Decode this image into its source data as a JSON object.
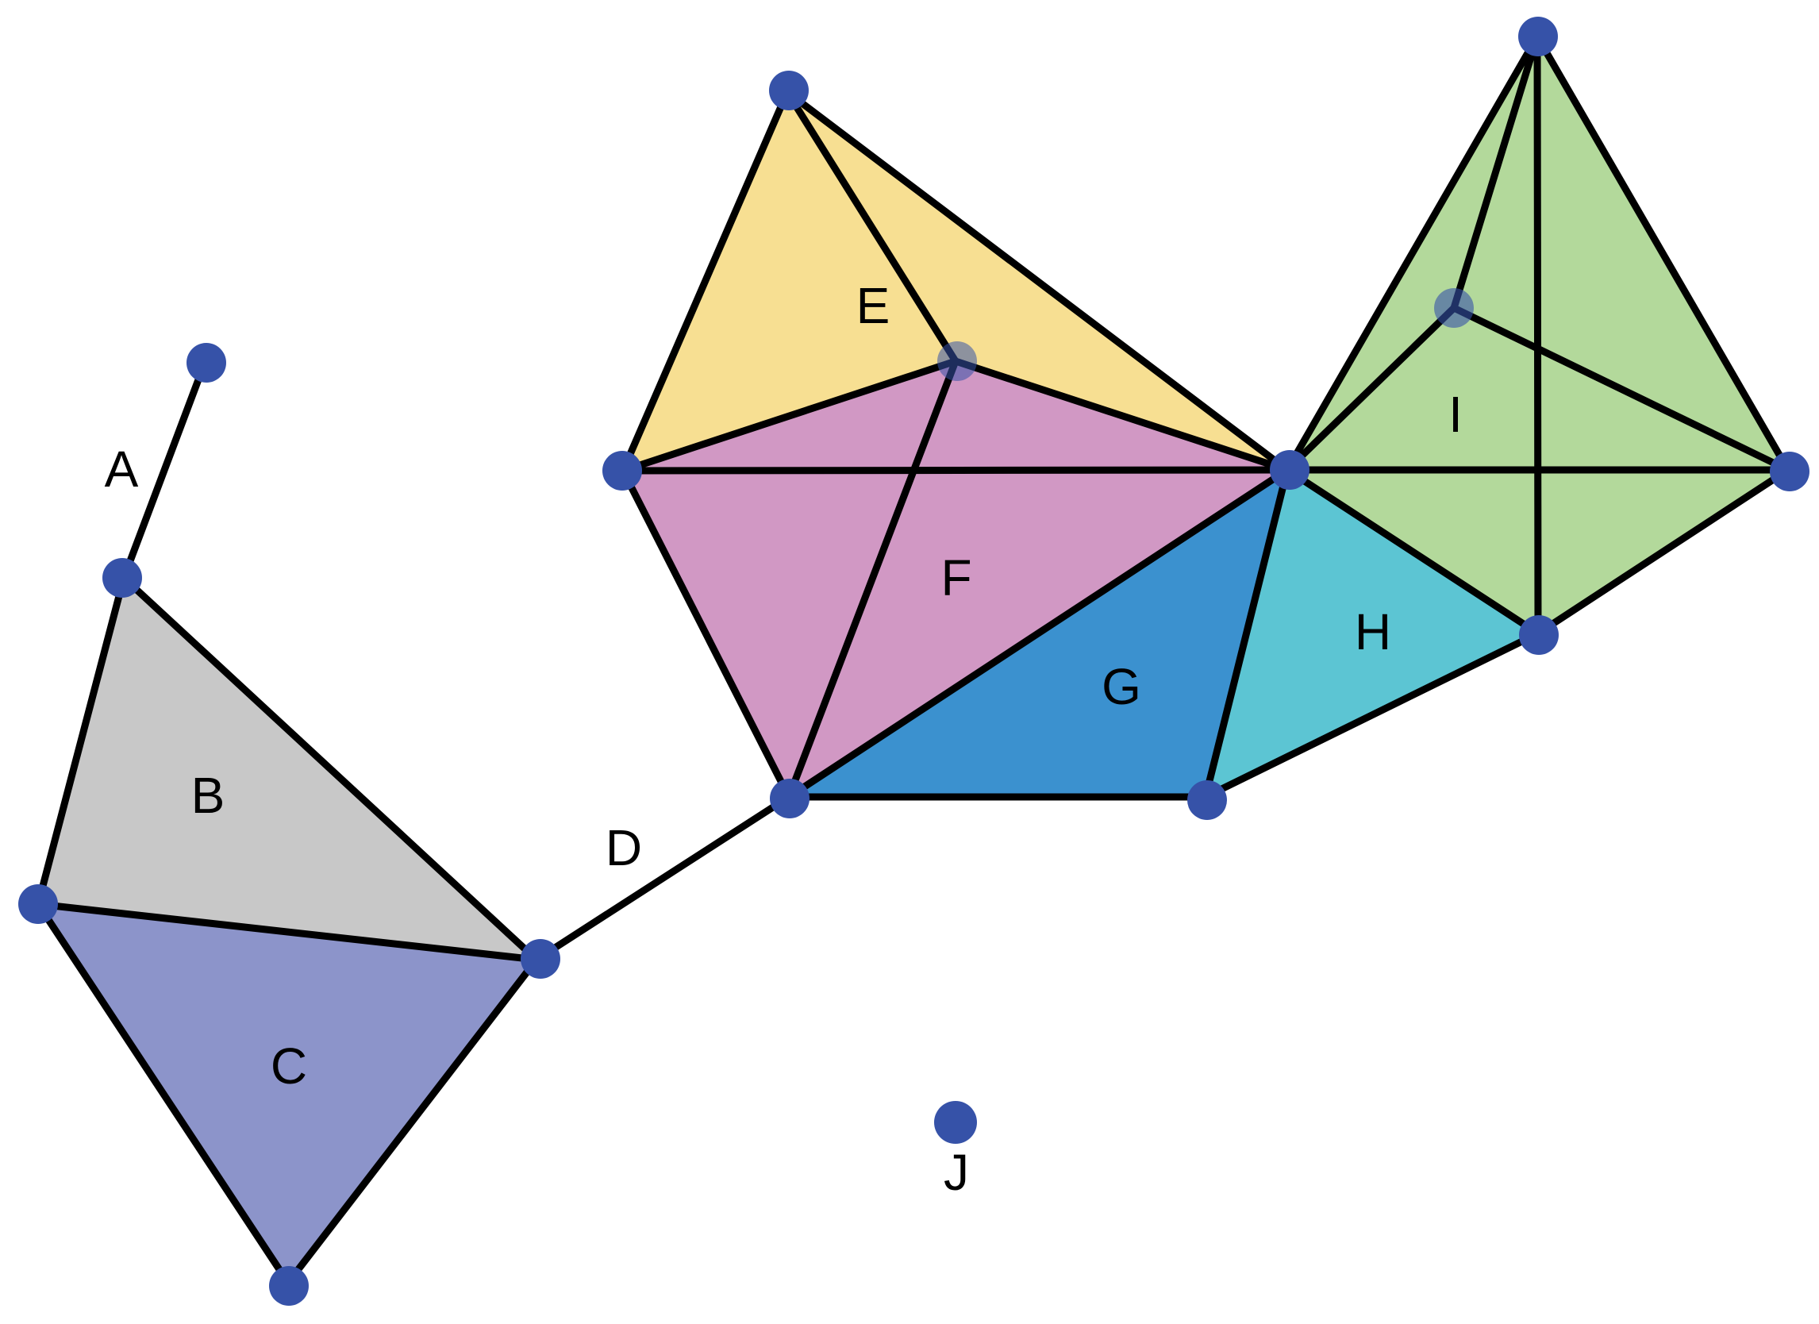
{
  "colors": {
    "vertex": "#3652a8",
    "edge": "#000000",
    "B": "#c8c8c8",
    "C": "#8c94ca",
    "E": "#f7df92",
    "F": "#d198c4",
    "G": "#3b91cf",
    "H": "#5cc5d3",
    "I": "#b3d99b"
  },
  "labels": {
    "A": "A",
    "B": "B",
    "C": "C",
    "D": "D",
    "E": "E",
    "F": "F",
    "G": "G",
    "H": "H",
    "I": "I",
    "J": "J"
  }
}
